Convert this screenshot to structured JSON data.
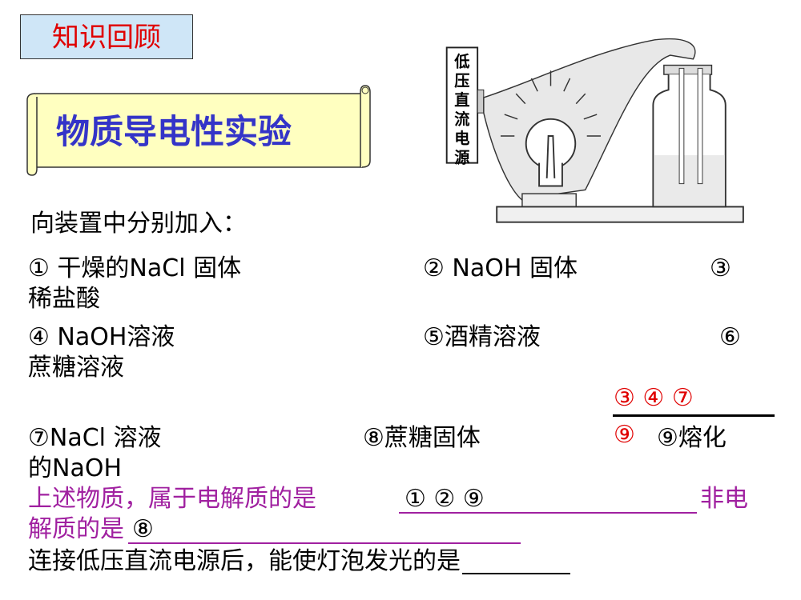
{
  "header": {
    "review_label": "知识回顾",
    "title": "物质导电性实验"
  },
  "figure": {
    "power_label": "低压直流电源"
  },
  "intro": "向装置中分别加入：",
  "items": {
    "i1": "① 干燥的NaCl 固体",
    "i2": "② NaOH 固体",
    "i3_num": "③",
    "i3_text": "稀盐酸",
    "i4": "④ NaOH溶液",
    "i5": "⑤酒精溶液",
    "i6_num": "⑥",
    "i6_text": "蔗糖溶液",
    "i7": "⑦NaCl 溶液",
    "i8": "⑧蔗糖固体",
    "i9_num": "⑨熔化",
    "i9_text": "的NaOH"
  },
  "questions": {
    "q1_prefix": "上述物质，属于电解质的是",
    "q1_answer": "① ② ⑨",
    "q1_suffix": "非电",
    "q2": "解质的是",
    "q2_answer": "⑧",
    "q3": "连接低压直流电源后，能使灯泡发光的是",
    "q3_answer_top": "③ ④ ⑦",
    "q3_answer_bottom": "⑨"
  },
  "colors": {
    "review_text": "#e00000",
    "title": "#3434c8",
    "banner_bg": "#ffffc0",
    "answer_red": "#e00000",
    "question_purple": "#a020a0"
  }
}
